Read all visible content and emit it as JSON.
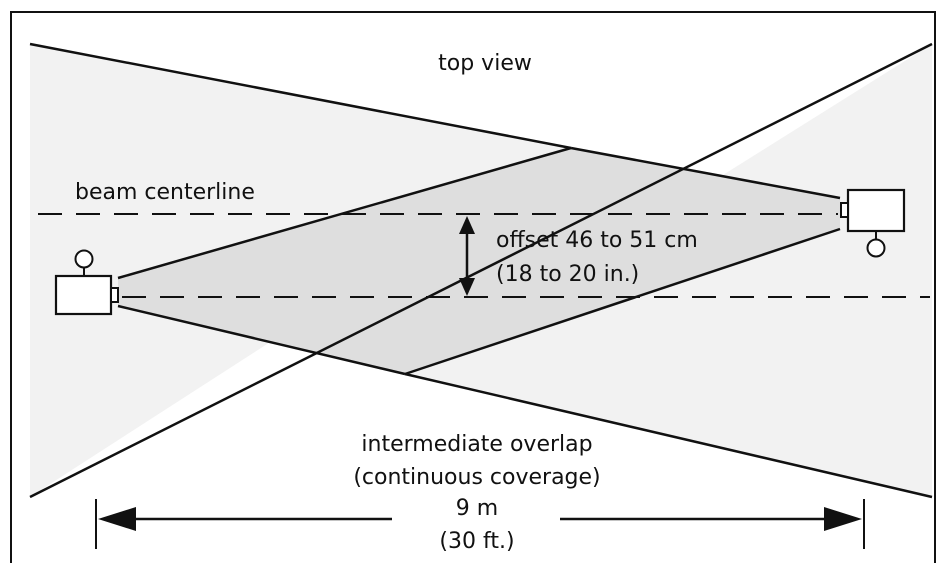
{
  "labels": {
    "top_view": "top view",
    "beam_centerline": "beam centerline",
    "offset_line1": "offset 46 to 51 cm",
    "offset_line2": "(18 to 20 in.)",
    "overlap_line1": "intermediate overlap",
    "overlap_line2": "(continuous coverage)",
    "distance_metric": "9 m",
    "distance_imperial": "(30 ft.)"
  },
  "colors": {
    "outer_beam_fill": "#f2f2f2",
    "overlap_fill": "#dedede",
    "line": "#111111",
    "border": "#111111"
  }
}
